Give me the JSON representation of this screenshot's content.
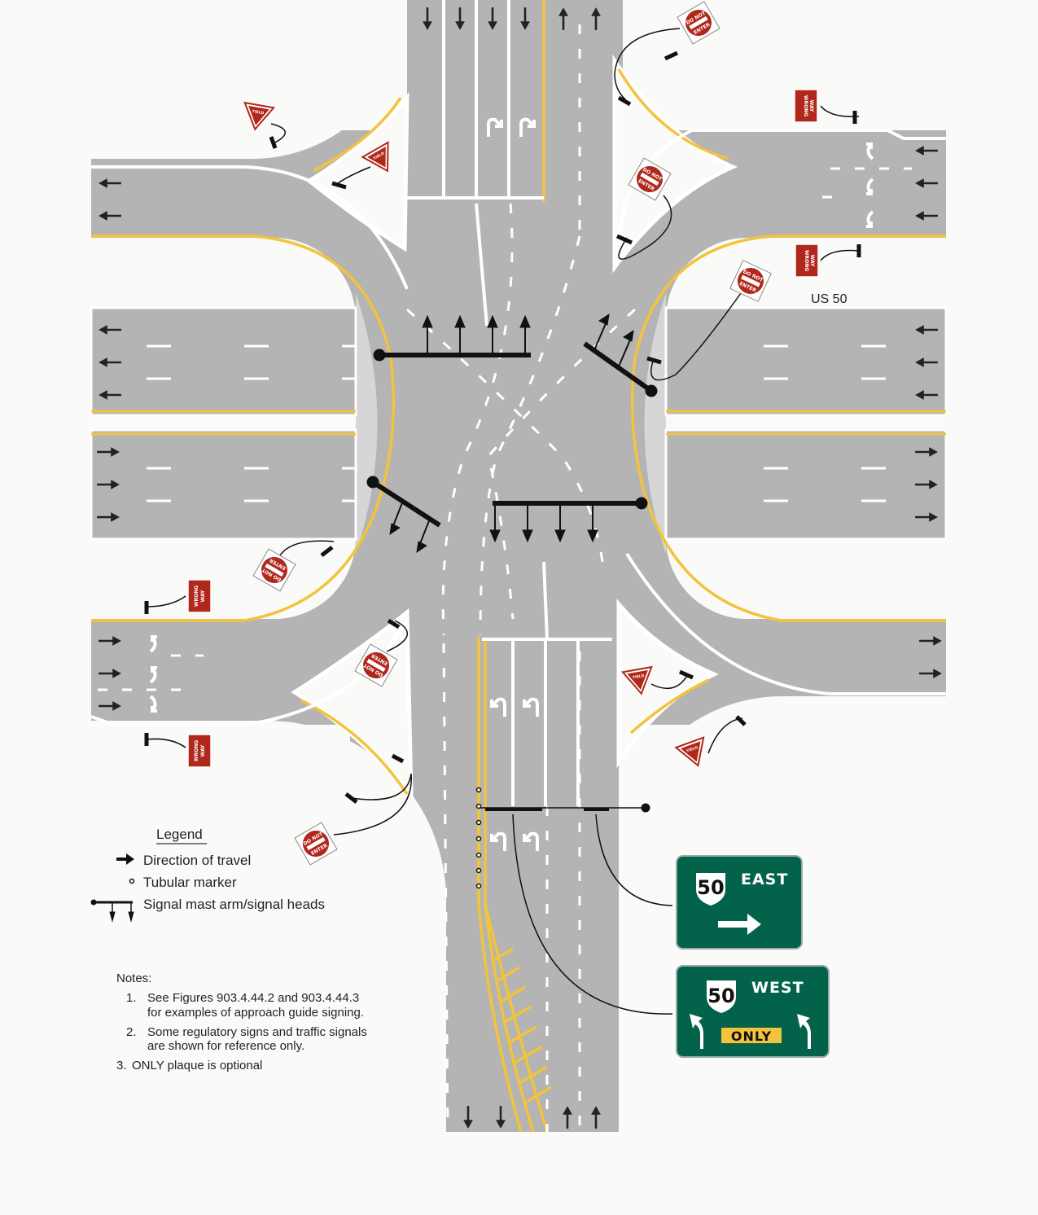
{
  "road_label": "US 50",
  "legend": {
    "title": "Legend",
    "items": [
      "Direction of travel",
      "Tubular marker",
      "Signal mast arm/signal heads"
    ]
  },
  "notes": {
    "title": "Notes:",
    "items": [
      {
        "num": "1.",
        "line1": "See Figures 903.4.44.2 and 903.4.44.3",
        "line2": "for examples of approach guide signing."
      },
      {
        "num": "2.",
        "line1": "Some regulatory signs and traffic signals",
        "line2": "are shown for reference only."
      },
      {
        "num": "3.",
        "line1": "ONLY plaque is optional"
      }
    ]
  },
  "guide_signs": {
    "east": {
      "route": "50",
      "direction": "EAST"
    },
    "west": {
      "route": "50",
      "direction": "WEST",
      "plaque": "ONLY"
    }
  },
  "small_signs": {
    "do_not_enter_1": "DO NOT",
    "do_not_enter_2": "ENTER",
    "wrong_way_1": "WRONG",
    "wrong_way_2": "WAY",
    "yield": "YIELD"
  },
  "colors": {
    "road": "#b4b4b4",
    "yellow": "#f3c33c",
    "guide_green": "#03634a",
    "sign_red": "#b0271c"
  }
}
